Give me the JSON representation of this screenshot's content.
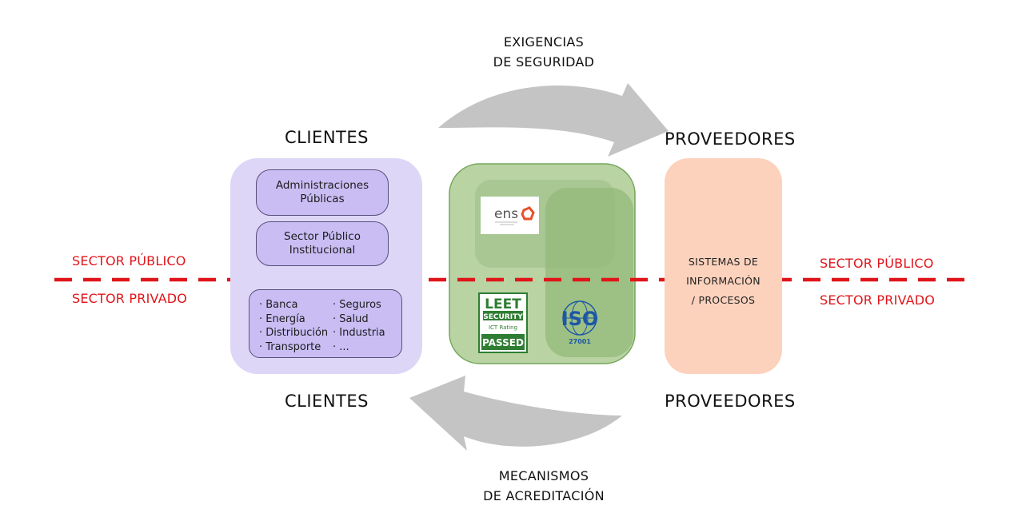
{
  "top_caption": [
    "EXIGENCIAS",
    "DE SEGURIDAD"
  ],
  "bottom_caption": [
    "MECANISMOS",
    "DE ACREDITACIÓN"
  ],
  "clients_heading_top": "CLIENTES",
  "clients_heading_bottom": "CLIENTES",
  "providers_heading_top": "PROVEEDORES",
  "providers_heading_bottom": "PROVEEDORES",
  "sector_left_public": "SECTOR PÚBLICO",
  "sector_left_private": "SECTOR PRIVADO",
  "sector_right_public": "SECTOR PÚBLICO",
  "sector_right_private": "SECTOR PRIVADO",
  "clients": {
    "public_items": [
      "Administraciones\nPúblicas",
      "Sector Público\nInstitucional"
    ],
    "private_col1": [
      "· Banca",
      "· Energía",
      "· Distribución",
      "· Transporte"
    ],
    "private_col2": [
      "· Seguros",
      "· Salud",
      "· Industria",
      "· ..."
    ]
  },
  "providers_box": [
    "SISTEMAS DE",
    "INFORMACIÓN",
    "/ PROCESOS"
  ],
  "logos": {
    "ens": "ens",
    "leet_top": "LEET",
    "leet_security": "SECURITY",
    "leet_rating": "ICT Rating",
    "leet_passed": "PASSED",
    "iso": "ISO",
    "iso_number": "27001"
  },
  "colors": {
    "sector_line": "#e0151a",
    "arrows": "#c4c4c4",
    "clients_panel": "#ddd6f7",
    "providers_panel": "#fcd2bd",
    "cylinder": "#b9d3a3",
    "iso_blue": "#1d57a6",
    "leet_green": "#2f7d32"
  }
}
